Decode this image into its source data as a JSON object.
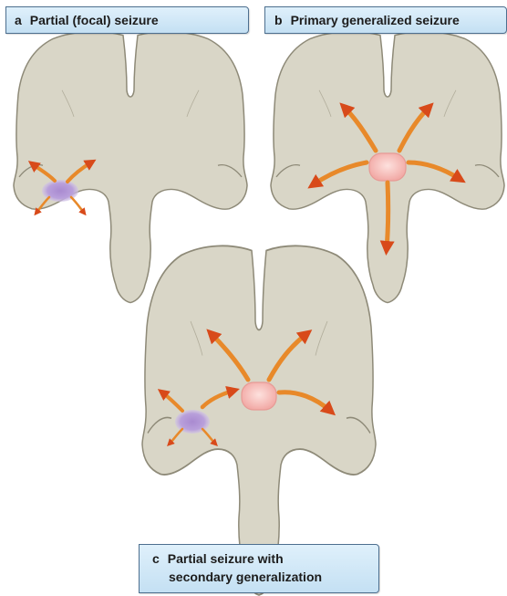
{
  "panels": {
    "a": {
      "letter": "a",
      "title": "Partial (focal) seizure"
    },
    "b": {
      "letter": "b",
      "title": "Primary generalized seizure"
    },
    "c": {
      "letter": "c",
      "title_line1": "Partial seizure with",
      "title_line2": "secondary generalization"
    }
  },
  "colors": {
    "brain_fill": "#d9d6c7",
    "brain_outline": "#8e8a78",
    "focal_region": "#b79cd6",
    "central_focus": "#f6c4c0",
    "arrow_start": "#f7c33a",
    "arrow_end": "#d84a1a",
    "label_bg": "#cfe6f6",
    "label_border": "#4d6f8f"
  }
}
